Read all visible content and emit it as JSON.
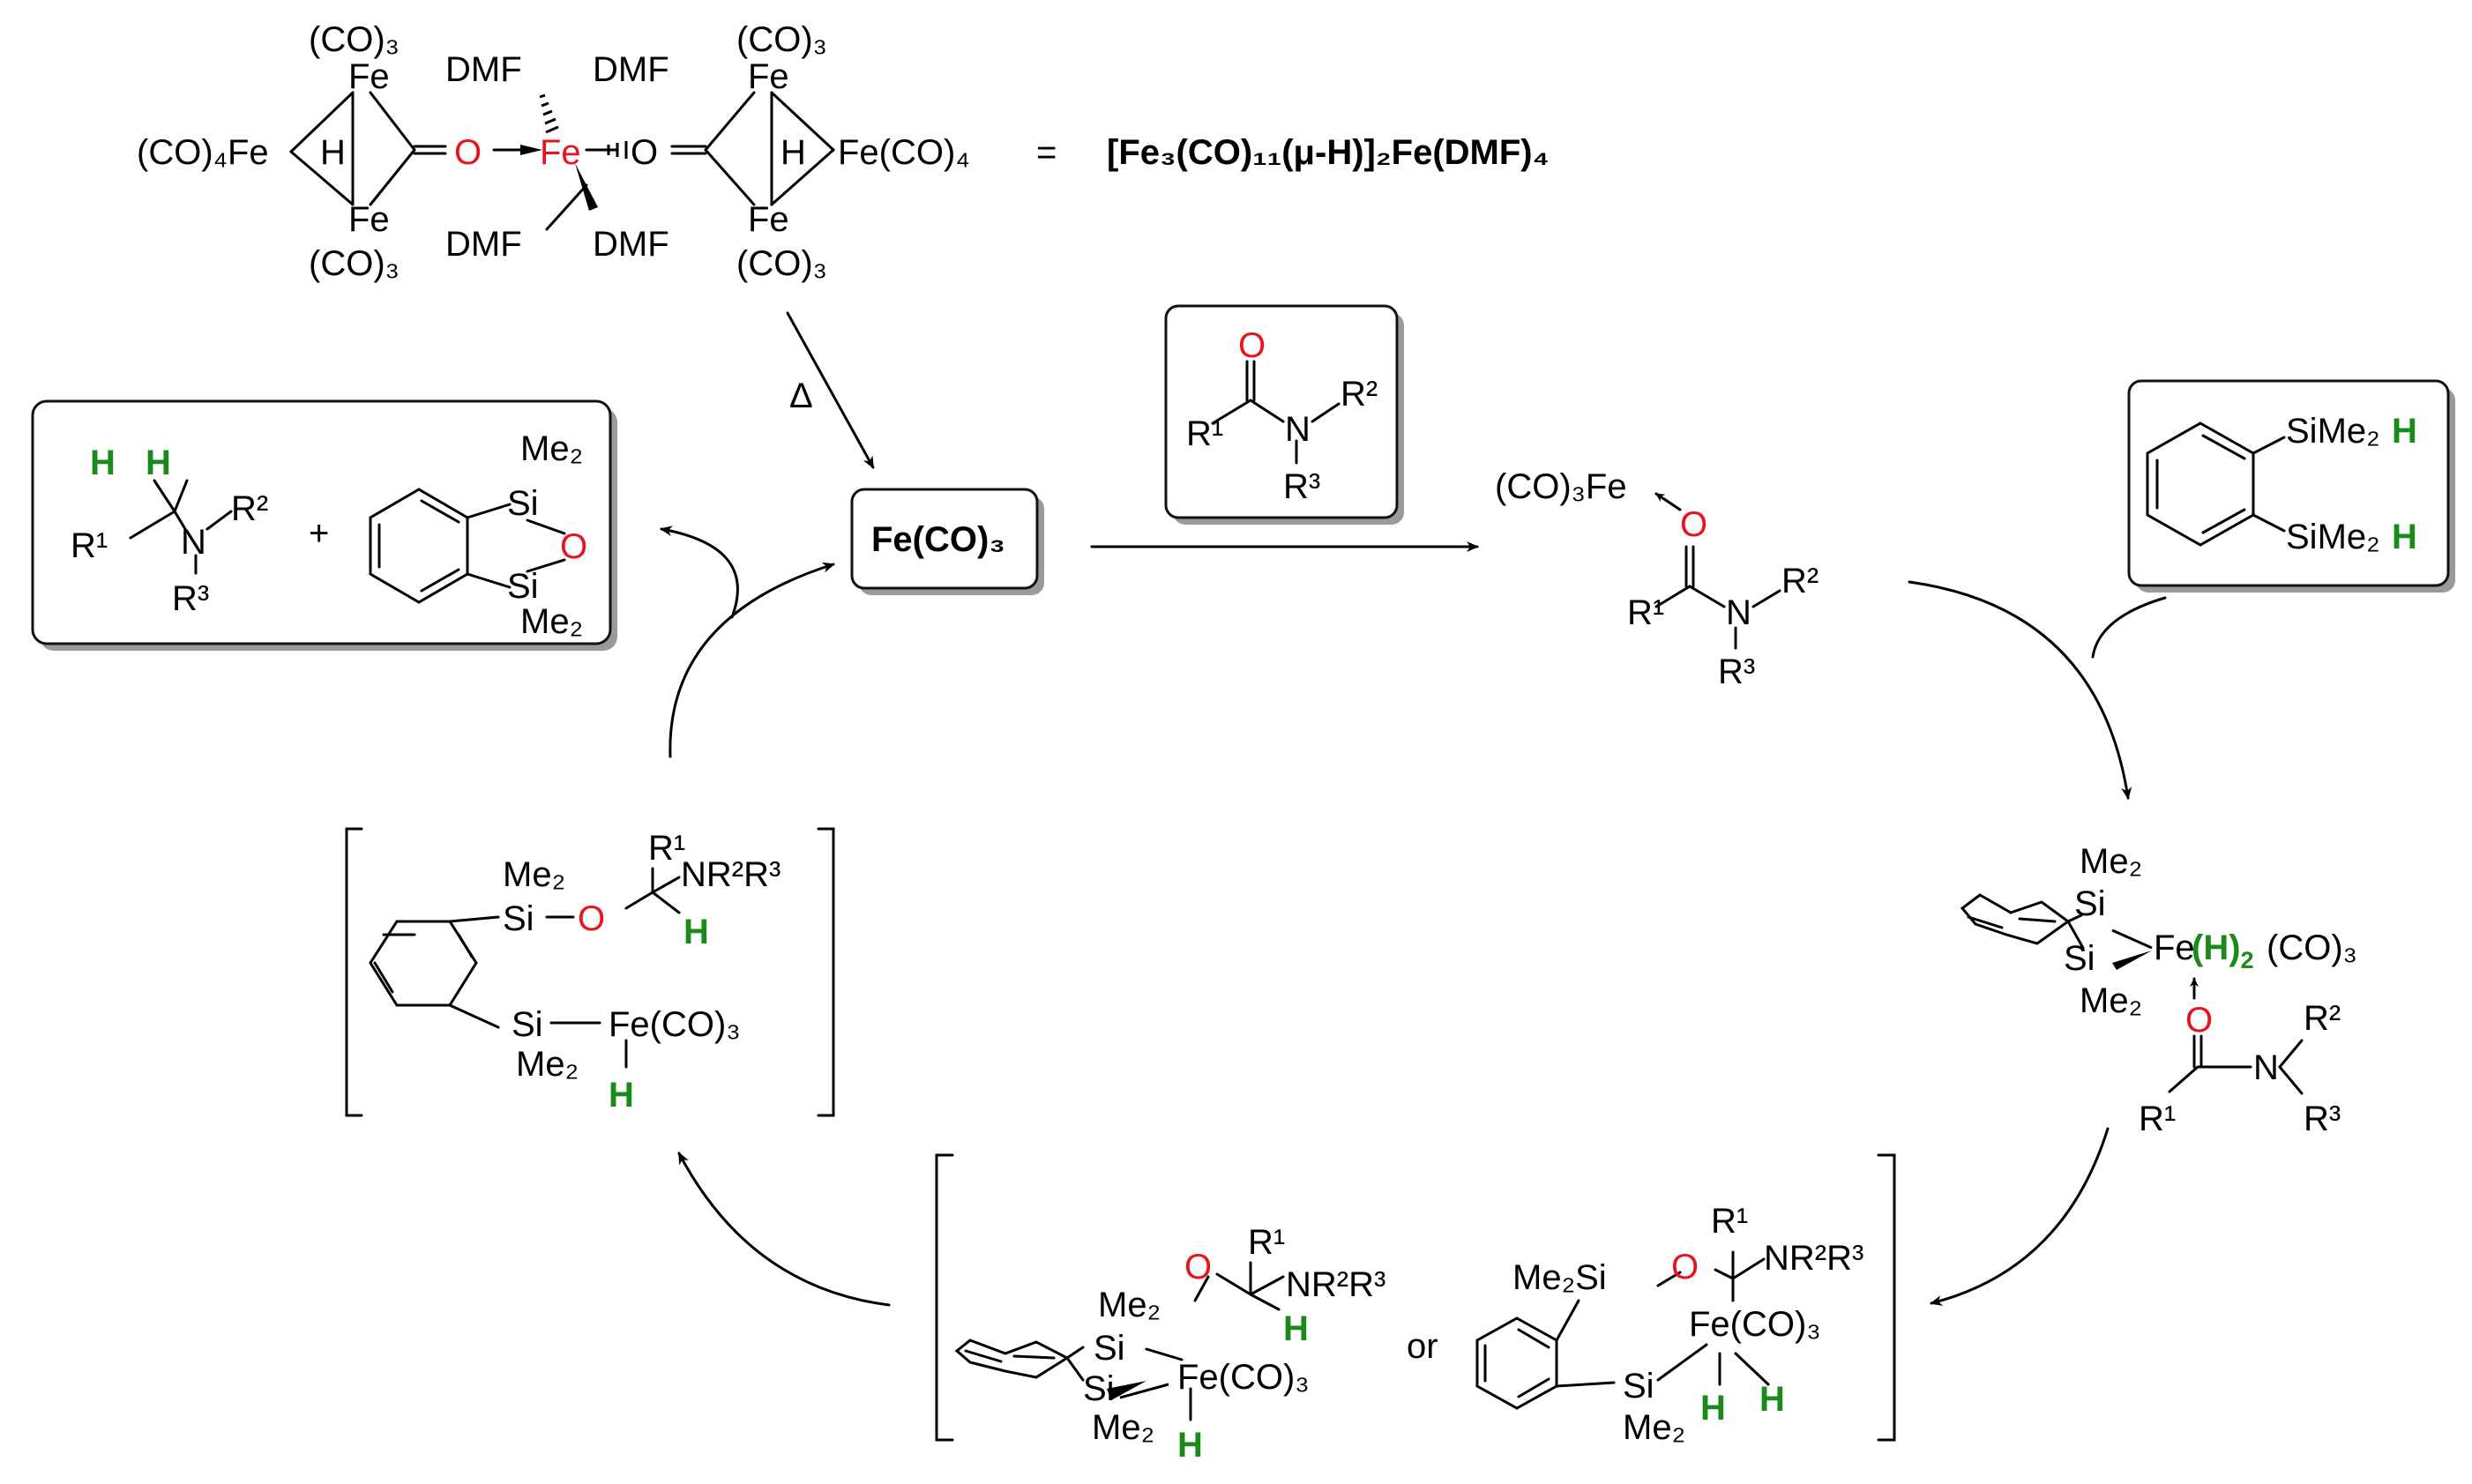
{
  "top": {
    "co3_a": "(CO)₃",
    "fe_a": "Fe",
    "co4fe": "(CO)₄Fe",
    "h_a": "H",
    "fe_b": "Fe",
    "co3_b": "(CO)₃",
    "o_left": "O",
    "o_carbonyl_left": "O",
    "fe_center": "Fe",
    "dmf": "DMF",
    "o_right": "O",
    "o_carbonyl_right": "O",
    "co3_c": "(CO)₃",
    "fe_c": "Fe",
    "h_b": "H",
    "fe_co4": "Fe(CO)₄",
    "fe_d": "Fe",
    "co3_d": "(CO)₃",
    "equals": "=",
    "formula": "[Fe₃(CO)₁₁(μ-H)]₂Fe(DMF)₄"
  },
  "heat": "Δ",
  "catalyst": "Fe(CO)₃",
  "products": {
    "h1": "H",
    "h2": "H",
    "r1": "R¹",
    "n": "N",
    "r2": "R²",
    "r3": "R³",
    "plus": "+",
    "me2_top": "Me₂",
    "si_top": "Si",
    "o": "O",
    "si_bottom": "Si",
    "me2_bottom": "Me₂"
  },
  "amide": {
    "o": "O",
    "r1": "R¹",
    "n": "N",
    "r2": "R²",
    "r3": "R³"
  },
  "complex1": {
    "co3fe": "(CO)₃Fe",
    "o": "O",
    "r1": "R¹",
    "n": "N",
    "r2": "R²",
    "r3": "R³"
  },
  "silane": {
    "simeh": "SiMe₂",
    "h": "H"
  },
  "complex2": {
    "me2_top": "Me₂",
    "si_top": "Si",
    "fe": "Fe",
    "h2_open": "(H)",
    "h2_sub": "2",
    "co3": "(CO)₃",
    "si_bottom": "Si",
    "me2_bottom": "Me₂",
    "o": "O",
    "r1": "R¹",
    "n": "N",
    "r2": "R²",
    "r3": "R³"
  },
  "complex3a": {
    "r1": "R¹",
    "nr2r3": "NR²R³",
    "me2_top": "Me₂",
    "o": "O",
    "h_c": "H",
    "si_top": "Si",
    "fe_co3": "Fe(CO)₃",
    "si_bottom": "Si",
    "me2_bottom": "Me₂",
    "h_fe": "H"
  },
  "or": "or",
  "complex3b": {
    "r1": "R¹",
    "nr2r3": "NR²R³",
    "me2si": "Me₂Si",
    "o": "O",
    "fe_co3": "Fe(CO)₃",
    "si": "Si",
    "me2": "Me₂",
    "h1": "H",
    "h2": "H"
  },
  "complex4": {
    "r1": "R¹",
    "me2": "Me₂",
    "nr2r3": "NR²R³",
    "si_top": "Si",
    "o": "O",
    "h_c": "H",
    "si_bottom": "Si",
    "fe_co3": "Fe(CO)₃",
    "me2_bottom": "Me₂",
    "h_fe": "H"
  },
  "colors": {
    "oxygen": "#e8141c",
    "hydrogen": "#1a8a1a",
    "ink": "#000000",
    "box_shadow": "#9a9a9a"
  }
}
